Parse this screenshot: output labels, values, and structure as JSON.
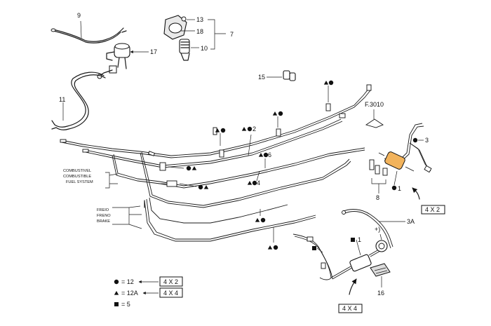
{
  "callouts": {
    "c9": "9",
    "c13": "13",
    "c18": "18",
    "c7": "7",
    "c10": "10",
    "c17": "17",
    "c15": "15",
    "c11": "11",
    "cF3010": "F.3010",
    "c2": "2",
    "c3": "3",
    "c6": "6",
    "c4": "4",
    "c1": "1",
    "c8": "8",
    "c3A": "3A",
    "c16": "16",
    "cPlus": "+)"
  },
  "system_labels": {
    "fuel": [
      "COMBUSTIVEL",
      "COMBUSTIBLE",
      "FUEL SYSTEM"
    ],
    "brake": [
      "FREIO",
      "FRENO",
      "BRAKE"
    ]
  },
  "version_boxes": {
    "right": "4 X 2",
    "bottom": "4 X 4"
  },
  "legend": [
    {
      "symbol": "circle",
      "text": "= 12",
      "version": "4 X 2"
    },
    {
      "symbol": "triangle",
      "text": "= 12A",
      "version": "4 X 4"
    },
    {
      "symbol": "square",
      "text": "= 5",
      "version": ""
    }
  ],
  "colors": {
    "line": "#1a1a1a",
    "fuel_filter": "#f2b35c"
  }
}
